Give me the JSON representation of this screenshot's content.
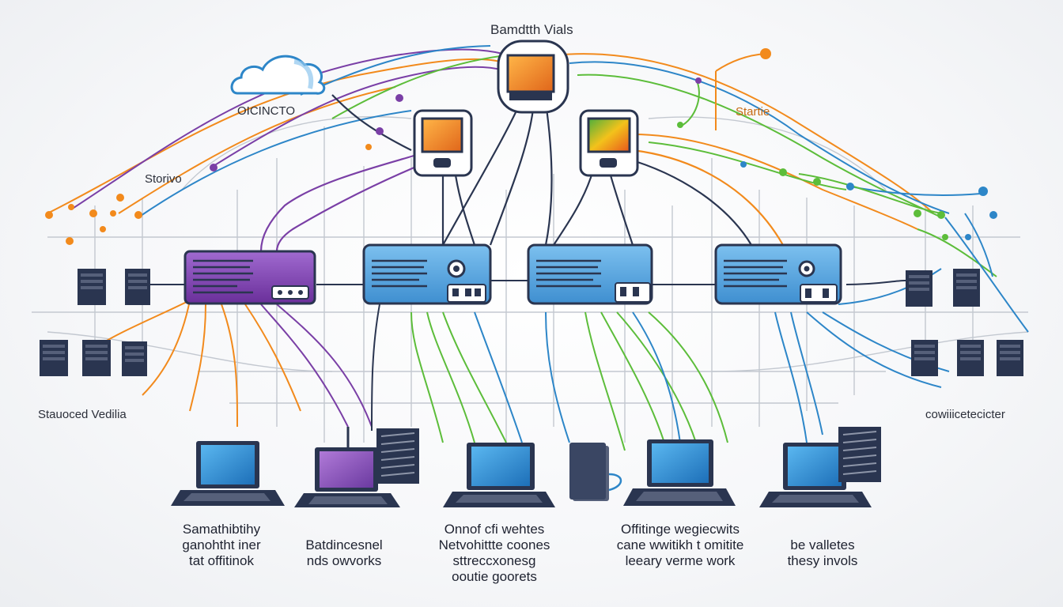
{
  "labels": {
    "title": "Bamdtth Vials",
    "cloud": "OICINCTO",
    "right_top": "Startie",
    "left_mid": "Storivo",
    "left_bottom": "Stauoced Vedilia",
    "right_bottom": "cowiiicetecicter"
  },
  "captions": [
    {
      "lines": [
        "Samathibtihy",
        "ganohtht iner",
        "tat offitinok"
      ]
    },
    {
      "lines": [
        "Batdincesnel",
        "nds owvorks"
      ]
    },
    {
      "lines": [
        "Onnof cfi wehtes",
        "Netvohittte coones",
        "sttreccxonesg",
        "ooutie goorets"
      ]
    },
    {
      "lines": [
        "Offitinge wegiecwits",
        "cane wwitikh t omitite",
        "leeary verme work"
      ]
    },
    {
      "lines": [
        "be valletes",
        "thesy invols"
      ]
    }
  ],
  "colors": {
    "orange": "#f28a1c",
    "purple": "#7a3fa6",
    "green": "#5cbd3a",
    "blue": "#2d86c8",
    "navy": "#2a3550",
    "gray_line": "#b7bcc6",
    "router_blue": "#5aa8e0",
    "router_purple": "#8a4fb8"
  },
  "icons": [
    "cloud-icon",
    "monitor-icon",
    "router-icon",
    "server-icon",
    "laptop-icon"
  ]
}
